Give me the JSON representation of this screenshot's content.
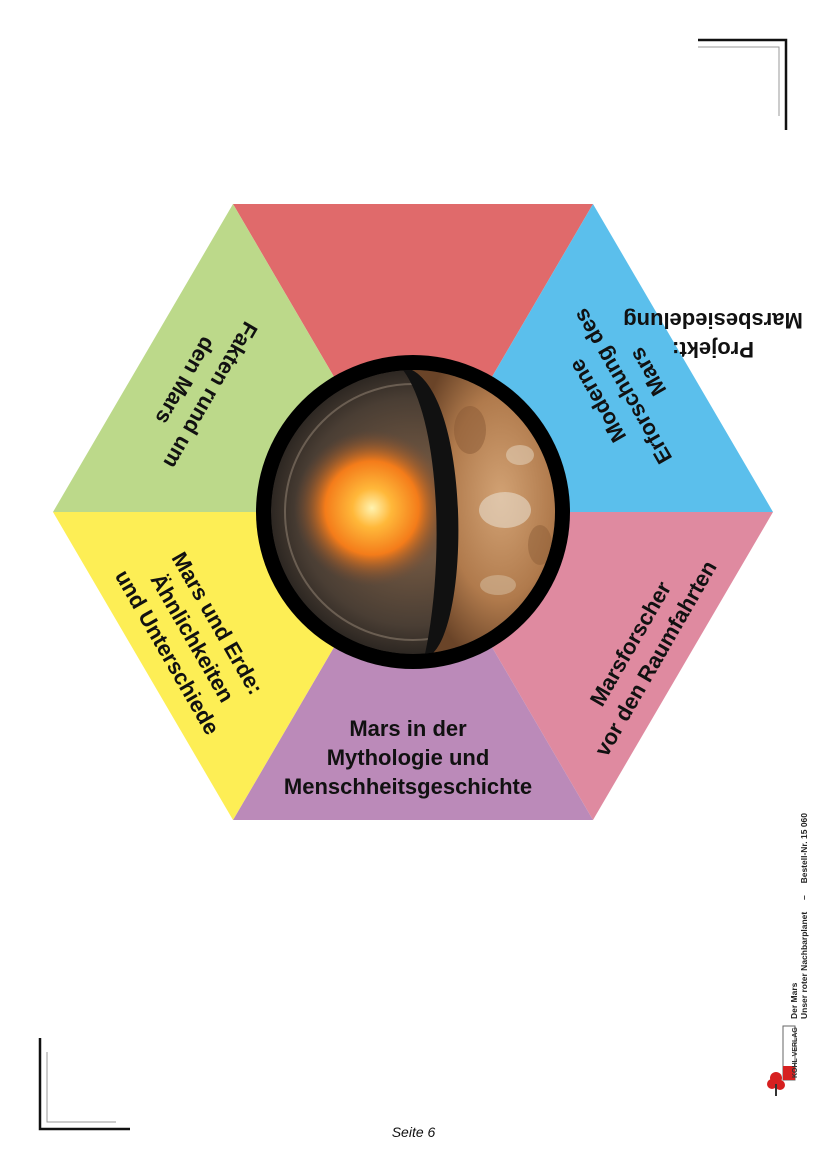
{
  "segments": [
    {
      "id": "top",
      "lines": [
        "Projekt:",
        "Marsbesiedelung"
      ],
      "color": "#e06a6b"
    },
    {
      "id": "upper-right",
      "lines": [
        "Moderne",
        "Erforschung des",
        "Mars"
      ],
      "color": "#5bbfec"
    },
    {
      "id": "lower-right",
      "lines": [
        "Marsforscher",
        "vor den Raumfahrten"
      ],
      "color": "#df8aa0"
    },
    {
      "id": "bottom",
      "lines": [
        "Mars in der",
        "Mythologie und",
        "Menschheitsgeschichte"
      ],
      "color": "#bb8ab9"
    },
    {
      "id": "lower-left",
      "lines": [
        "Mars und Erde:",
        "Ähnlichkeiten",
        "und Unterschiede"
      ],
      "color": "#fdee55"
    },
    {
      "id": "upper-left",
      "lines": [
        "Fakten rund um",
        "den Mars"
      ],
      "color": "#bcd98a"
    }
  ],
  "footer": {
    "title": "Der Mars",
    "subtitle": "Unser roter Nachbarplanet",
    "separator": "–",
    "order_number": "Bestell-Nr. 15 060",
    "publisher": "KOHL VERLAG",
    "page": "Seite 6"
  }
}
